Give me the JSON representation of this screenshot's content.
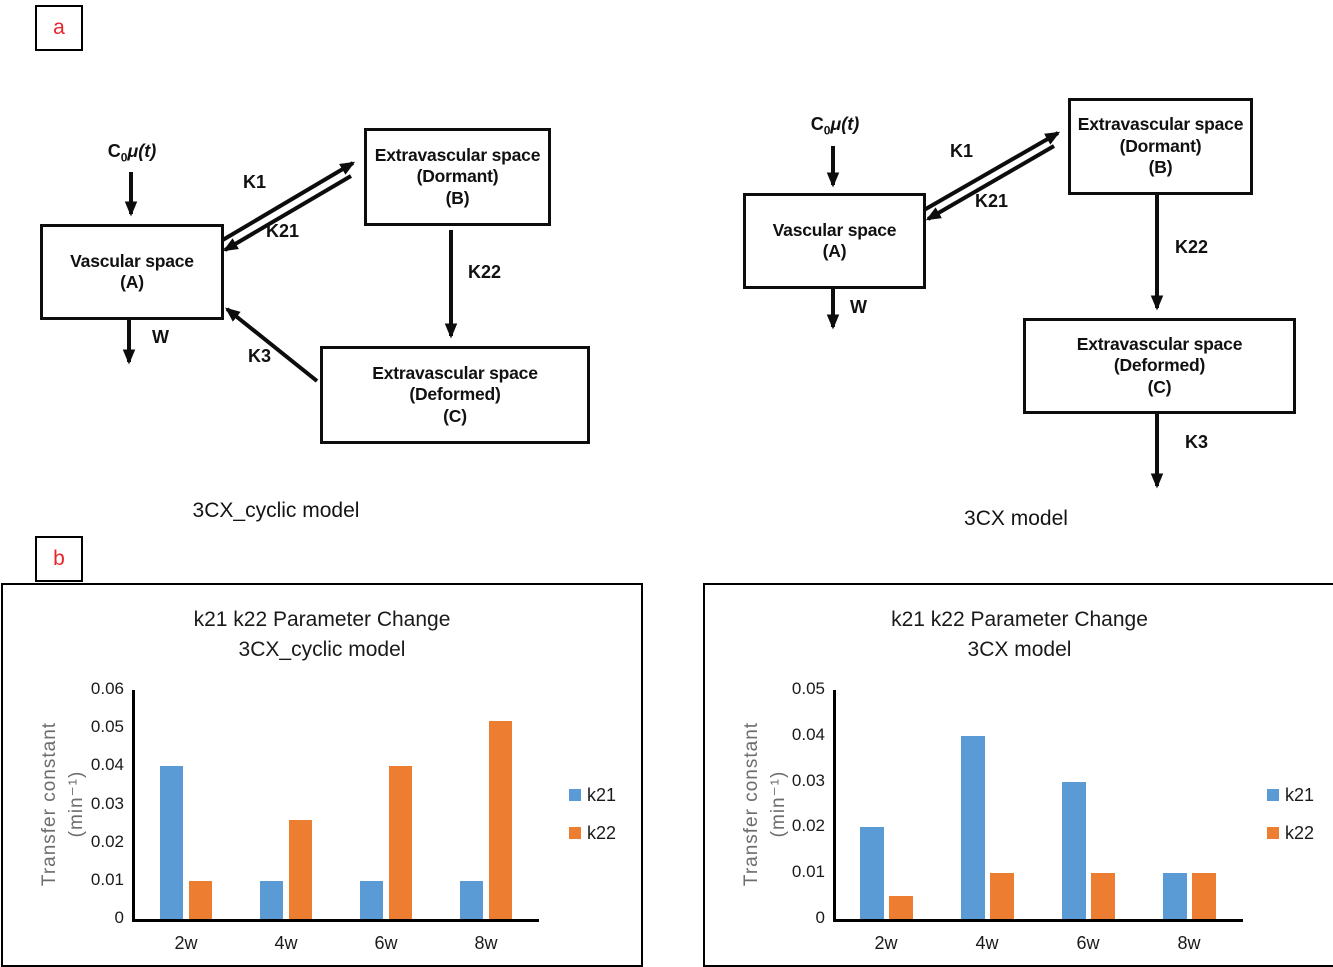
{
  "panel_a": {
    "label": "a",
    "diagrams": [
      {
        "caption": "3CX_cyclic model",
        "input": {
          "c": "C",
          "sub": "0",
          "tail": "μ(t)"
        },
        "boxes": {
          "a": {
            "line1": "Vascular space",
            "line2": "(A)"
          },
          "b": {
            "line1": "Extravascular space",
            "line2": "(Dormant)",
            "line3": "(B)"
          },
          "c": {
            "line1": "Extravascular space",
            "line2": "(Deformed)",
            "line3": "(C)"
          }
        },
        "arrows": {
          "k1": "K1",
          "k21": "K21",
          "k22": "K22",
          "k3": "K3",
          "w": "W"
        }
      },
      {
        "caption": "3CX model",
        "input": {
          "c": "C",
          "sub": "0",
          "tail": "μ(t)"
        },
        "boxes": {
          "a": {
            "line1": "Vascular space",
            "line2": "(A)"
          },
          "b": {
            "line1": "Extravascular space",
            "line2": "(Dormant)",
            "line3": "(B)"
          },
          "c": {
            "line1": "Extravascular space",
            "line2": "(Deformed)",
            "line3": "(C)"
          }
        },
        "arrows": {
          "k1": "K1",
          "k21": "K21",
          "k22": "K22",
          "k3": "K3",
          "w": "W"
        }
      }
    ]
  },
  "panel_b": {
    "label": "b"
  },
  "colors": {
    "k21_blue": "#5B9BD5",
    "k22_orange": "#ED7D31",
    "label_red": "#e8252b",
    "axis_black": "#000000",
    "ylabel_gray": "#6d6d6d"
  },
  "chart_data": [
    {
      "type": "bar",
      "title": "k21 k22 Parameter Change",
      "subtitle": "3CX_cyclic model",
      "categories": [
        "2w",
        "4w",
        "6w",
        "8w"
      ],
      "series": [
        {
          "name": "k21",
          "color": "#5B9BD5",
          "values": [
            0.04,
            0.01,
            0.01,
            0.01
          ]
        },
        {
          "name": "k22",
          "color": "#ED7D31",
          "values": [
            0.01,
            0.026,
            0.04,
            0.052
          ]
        }
      ],
      "xlabel": "",
      "ylabel_line1": "Transfer constant",
      "ylabel_line2": "(min⁻¹)",
      "ylim": [
        0,
        0.06
      ],
      "yticks": [
        "0",
        "0.01",
        "0.02",
        "0.03",
        "0.04",
        "0.05",
        "0.06"
      ],
      "grid": false,
      "legend_position": "right"
    },
    {
      "type": "bar",
      "title": "k21 k22 Parameter Change",
      "subtitle": "3CX model",
      "categories": [
        "2w",
        "4w",
        "6w",
        "8w"
      ],
      "series": [
        {
          "name": "k21",
          "color": "#5B9BD5",
          "values": [
            0.02,
            0.04,
            0.03,
            0.01
          ]
        },
        {
          "name": "k22",
          "color": "#ED7D31",
          "values": [
            0.005,
            0.01,
            0.01,
            0.01
          ]
        }
      ],
      "xlabel": "",
      "ylabel_line1": "Transfer constant",
      "ylabel_line2": "(min⁻¹)",
      "ylim": [
        0,
        0.05
      ],
      "yticks": [
        "0",
        "0.01",
        "0.02",
        "0.03",
        "0.04",
        "0.05"
      ],
      "grid": false,
      "legend_position": "right"
    }
  ]
}
